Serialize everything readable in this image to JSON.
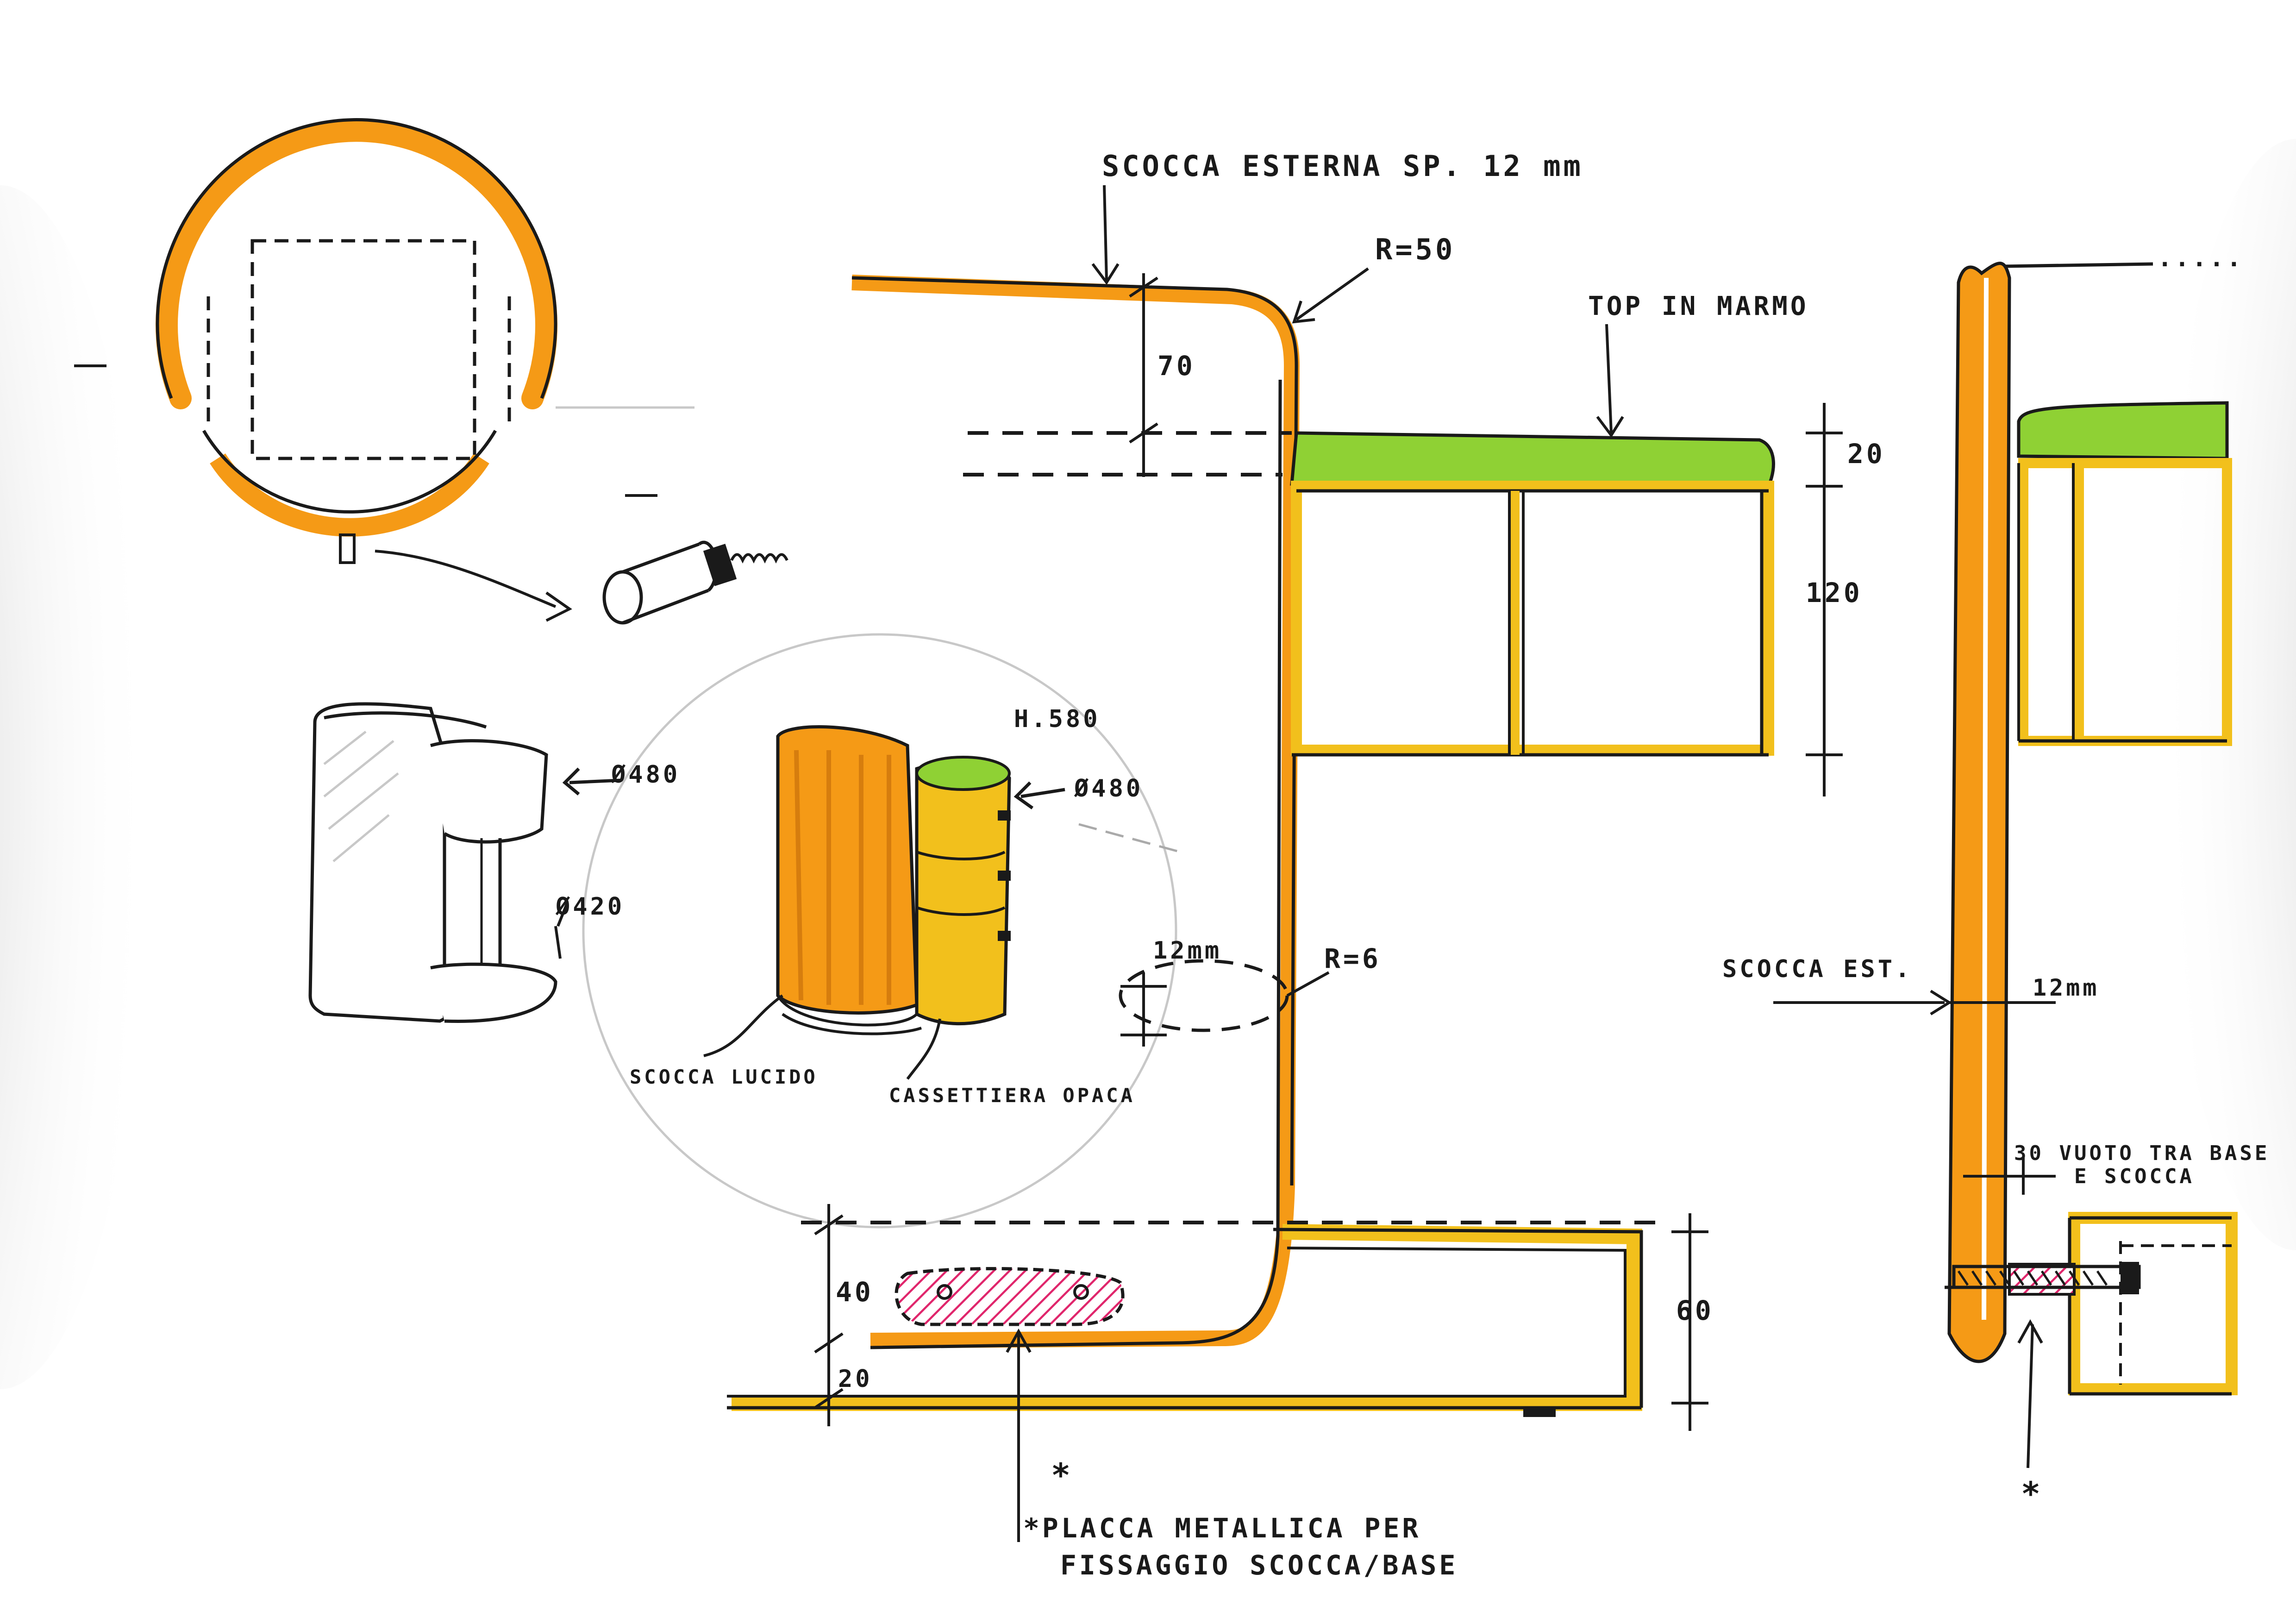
{
  "colors": {
    "paper": "#ffffff",
    "shadow": "#cfcfcf",
    "ink": "#1a1a1a",
    "orange": "#f59a16",
    "yellow": "#f2c01c",
    "green": "#8fd134",
    "magenta": "#e0266c",
    "pencil": "#c8c8c8"
  },
  "labels": {
    "shell_note": "SCOCCA ESTERNA SP. 12 mm",
    "radius_top": "R=50",
    "top_note": "TOP IN MARMO",
    "dim_70": "70",
    "dim_20_top": "20",
    "dim_120": "120",
    "radius_small": "R=6",
    "dim_12mm_mid": "12mm",
    "dim_40": "40",
    "dim_20_bottom": "20",
    "dim_60": "60",
    "plate_note_line1": "*PLACCA METALLICA PER",
    "plate_note_line2": "FISSAGGIO SCOCCA/BASE",
    "star_mark": "*",
    "height_note": "H.580",
    "diam_480_left": "Ø480",
    "diam_420": "Ø420",
    "diam_480_right": "Ø480",
    "glossy_shell": "SCOCCA LUCIDO",
    "matt_drawers": "CASSETTIERA OPACA",
    "shell_ext": "SCOCCA EST.",
    "dim_12mm_right": "12mm",
    "gap_note_line1": "30 VUOTO TRA BASE",
    "gap_note_line2": "E SCOCCA",
    "star_right": "*",
    "dots": "....."
  }
}
